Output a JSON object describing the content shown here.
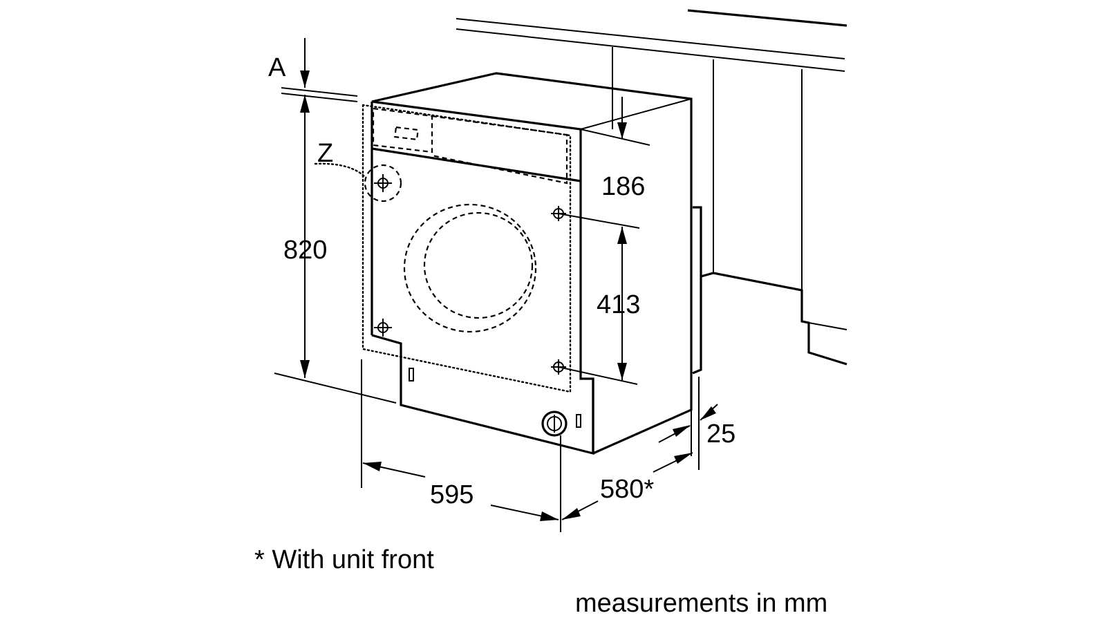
{
  "labels": {
    "a": "A",
    "z": "Z",
    "height": "820",
    "top_panel": "186",
    "hinge_spacing": "413",
    "gap": "25",
    "width": "595",
    "depth": "580*"
  },
  "notes": {
    "unit_front": "* With unit front",
    "units": "measurements in mm"
  }
}
